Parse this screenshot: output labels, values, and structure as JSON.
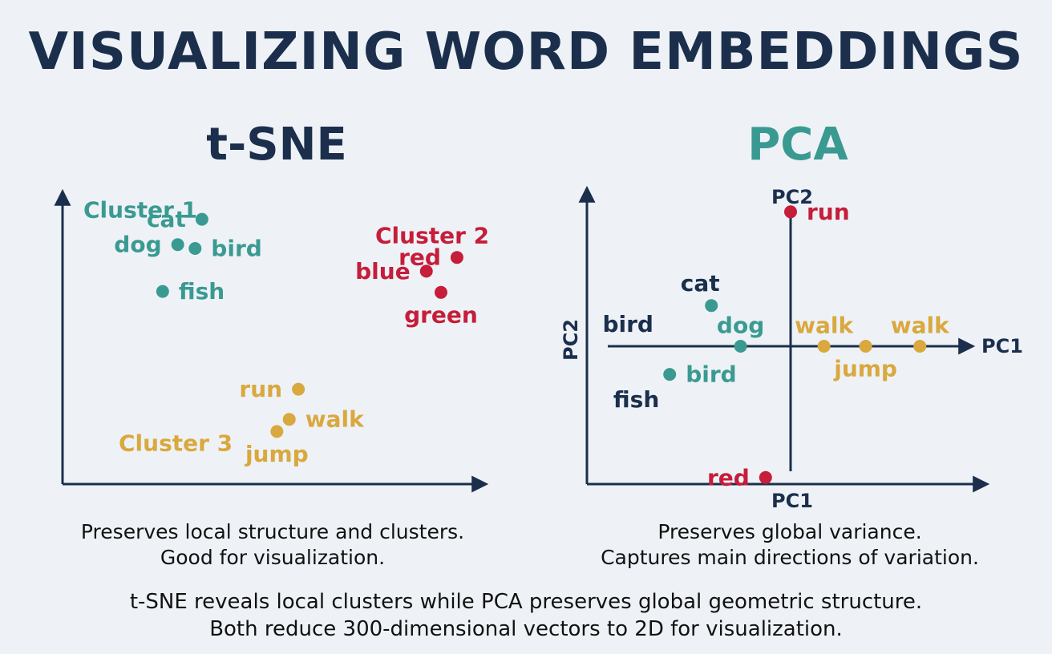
{
  "title": "VISUALIZING WORD EMBEDDINGS",
  "colors": {
    "navy": "#1b2f4d",
    "teal": "#3a9a92",
    "red": "#c51d3a",
    "gold": "#d9a83e"
  },
  "chart_data": [
    {
      "type": "scatter",
      "title": "t-SNE",
      "xlabel": "",
      "ylabel": "",
      "grid": false,
      "xlim": [
        0,
        100
      ],
      "ylim": [
        0,
        100
      ],
      "groups": [
        {
          "name": "Cluster 1",
          "color": "#3a9a92"
        },
        {
          "name": "Cluster 2",
          "color": "#c51d3a"
        },
        {
          "name": "Cluster 3",
          "color": "#d9a83e"
        }
      ],
      "points": [
        {
          "label": "cat",
          "x": 30.5,
          "y": 82.6,
          "group": "Cluster 1",
          "label_side": "left"
        },
        {
          "label": "dog",
          "x": 25.2,
          "y": 74.7,
          "group": "Cluster 1",
          "label_side": "left"
        },
        {
          "label": "bird",
          "x": 29.0,
          "y": 73.5,
          "group": "Cluster 1",
          "label_side": "right"
        },
        {
          "label": "fish",
          "x": 21.9,
          "y": 60.1,
          "group": "Cluster 1",
          "label_side": "right"
        },
        {
          "label": "red",
          "x": 86.3,
          "y": 70.7,
          "group": "Cluster 2",
          "label_side": "left"
        },
        {
          "label": "blue",
          "x": 79.6,
          "y": 66.4,
          "group": "Cluster 2",
          "label_side": "left"
        },
        {
          "label": "green",
          "x": 82.8,
          "y": 59.8,
          "group": "Cluster 2",
          "label_side": "below"
        },
        {
          "label": "run",
          "x": 51.6,
          "y": 29.6,
          "group": "Cluster 3",
          "label_side": "left"
        },
        {
          "label": "walk",
          "x": 49.6,
          "y": 20.2,
          "group": "Cluster 3",
          "label_side": "right"
        },
        {
          "label": "jump",
          "x": 46.9,
          "y": 16.4,
          "group": "Cluster 3",
          "label_side": "below"
        }
      ]
    },
    {
      "type": "scatter",
      "title": "PCA",
      "xlabel": "PC1",
      "ylabel": "PC2",
      "axis_labels": {
        "horizontal_axis": "PC1",
        "vertical_axis": "PC2"
      },
      "grid": false,
      "xlim": [
        -5,
        5
      ],
      "ylim": [
        -5,
        5
      ],
      "points": [
        {
          "label": "run",
          "x": 0.0,
          "y": 4.3,
          "color": "#c51d3a",
          "label_side": "right"
        },
        {
          "label": "cat",
          "x": -1.9,
          "y": 1.3,
          "color": "#3a9a92",
          "label_side": "above-left",
          "label_color": "#1b2f4d"
        },
        {
          "label": "dog",
          "x": -1.2,
          "y": 0.0,
          "color": "#3a9a92",
          "label_side": "above"
        },
        {
          "label": "bird",
          "x": -2.9,
          "y": -0.9,
          "color": "#3a9a92",
          "label_side": "right"
        },
        {
          "label": "walk",
          "x": 0.8,
          "y": 0.0,
          "color": "#d9a83e",
          "label_side": "above"
        },
        {
          "label": "jump",
          "x": 1.8,
          "y": 0.0,
          "color": "#d9a83e",
          "label_side": "below"
        },
        {
          "label": "walk",
          "x": 3.1,
          "y": 0.0,
          "color": "#d9a83e",
          "label_side": "above"
        },
        {
          "label": "red",
          "x": -0.6,
          "y": -4.2,
          "color": "#c51d3a",
          "label_side": "left"
        }
      ],
      "annotations": [
        {
          "text": "bird",
          "x": -3.9,
          "y": 0.7,
          "color": "#1b2f4d"
        },
        {
          "text": "fish",
          "x": -3.7,
          "y": -1.7,
          "color": "#1b2f4d"
        }
      ]
    }
  ],
  "captions": {
    "tsne": [
      "Preserves local structure and clusters.",
      "Good for visualization."
    ],
    "pca": [
      "Preserves global variance.",
      "Captures main directions of variation."
    ]
  },
  "footer": [
    "t-SNE reveals local clusters while PCA preserves global geometric structure.",
    "Both reduce 300-dimensional vectors to 2D for visualization."
  ]
}
